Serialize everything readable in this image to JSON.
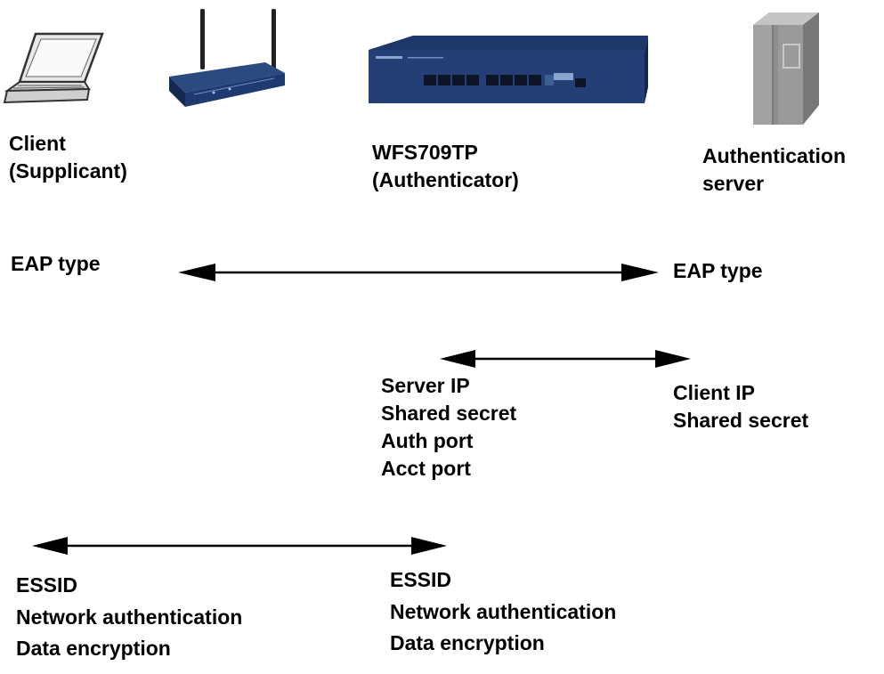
{
  "devices": {
    "client": {
      "icon": "laptop-icon",
      "label_lines": [
        "Client",
        "(Supplicant)"
      ]
    },
    "access_point": {
      "icon": "wireless-access-point-icon"
    },
    "switch": {
      "icon": "network-switch-icon",
      "label_lines": [
        "WFS709TP",
        "(Authenticator)"
      ]
    },
    "server": {
      "icon": "server-tower-icon",
      "label_lines": [
        "Authentication",
        "server"
      ]
    }
  },
  "links": {
    "eap": {
      "left_label": "EAP type",
      "right_label": "EAP type"
    },
    "radius": {
      "left_lines": [
        "Server IP",
        "Shared secret",
        "Auth port",
        "Acct port"
      ],
      "right_lines": [
        "Client IP",
        "Shared secret"
      ]
    },
    "wireless": {
      "left_lines": [
        "ESSID",
        "Network authentication",
        "Data encryption"
      ],
      "right_lines": [
        "ESSID",
        "Network authentication",
        "Data encryption"
      ]
    }
  },
  "colors": {
    "device_body": "#1f3a6e",
    "device_dark": "#152a52",
    "server_gray": "#9a9a9a",
    "server_dark": "#7a7a7a",
    "arrow": "#000000"
  }
}
